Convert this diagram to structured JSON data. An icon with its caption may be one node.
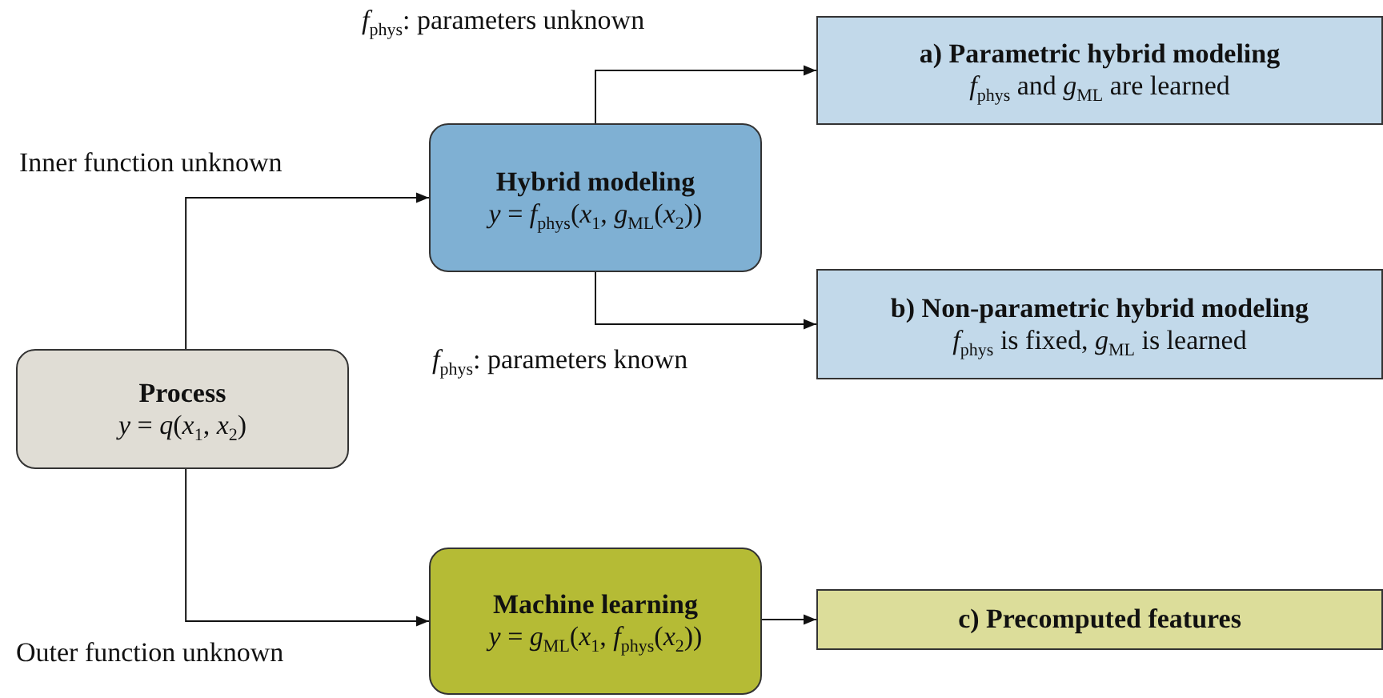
{
  "diagram": {
    "nodes": [
      {
        "text": [
          "Process",
          "*y* = *q*(*x*$_{1}$, *x*$_{2}$)"
        ]
      },
      {
        "text": [
          "Hybrid modeling",
          "*y* = *f*$_{phys}$(*x*$_{1}$, *g*$_{ML}$(*x*$_{2}$))"
        ]
      },
      {
        "text": [
          "Machine learning",
          "*y* = *g*$_{ML}$(*x*$_{1}$, *f*$_{phys}$(*x*$_{2}$))"
        ]
      },
      {
        "text": [
          "a) Parametric hybrid modeling",
          "*f*$_{phys}$ and *g*$_{ML}$ are learned"
        ]
      },
      {
        "text": [
          "b) Non-parametric hybrid modeling",
          "*f*$_{phys}$ is fixed, *g*$_{ML}$ is learned"
        ]
      },
      {
        "text": [
          "c) Precomputed features"
        ]
      }
    ],
    "edges": [
      {
        "from": 0,
        "to": 1,
        "arrow": "to",
        "label": "Inner function unknown"
      },
      {
        "from": 0,
        "to": 2,
        "arrow": "to",
        "label": "Outer function unknown"
      },
      {
        "from": 1,
        "to": 3,
        "arrow": "to",
        "label": "*f*$_{phys}$: parameters unknown"
      },
      {
        "from": 1,
        "to": 4,
        "arrow": "to",
        "label": "*f*$_{phys}$: parameters known"
      },
      {
        "from": 2,
        "to": 5,
        "arrow": "to"
      }
    ]
  }
}
